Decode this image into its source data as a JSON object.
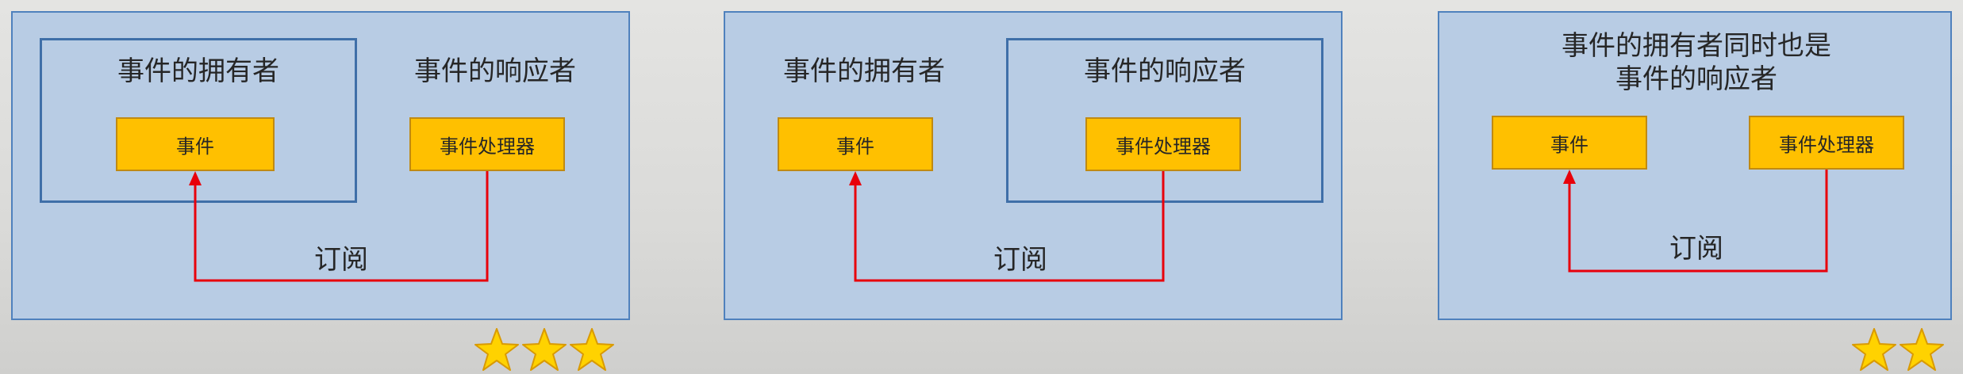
{
  "panels": [
    {
      "owner": "事件的拥有者",
      "responder": "事件的响应者",
      "event": "事件",
      "handler": "事件处理器",
      "subscribe": "订阅",
      "rating": 3
    },
    {
      "owner": "事件的拥有者",
      "responder": "事件的响应者",
      "event": "事件",
      "handler": "事件处理器",
      "subscribe": "订阅",
      "rating": 0
    },
    {
      "owner_line1": "事件的拥有者同时也是",
      "owner_line2": "事件的响应者",
      "event": "事件",
      "handler": "事件处理器",
      "subscribe": "订阅",
      "rating": 2
    }
  ],
  "colors": {
    "panel_fill": "#b8cce4",
    "panel_border": "#4f81bd",
    "box_fill": "#ffc000",
    "arrow": "#e8000b",
    "star": "#ffd200"
  }
}
